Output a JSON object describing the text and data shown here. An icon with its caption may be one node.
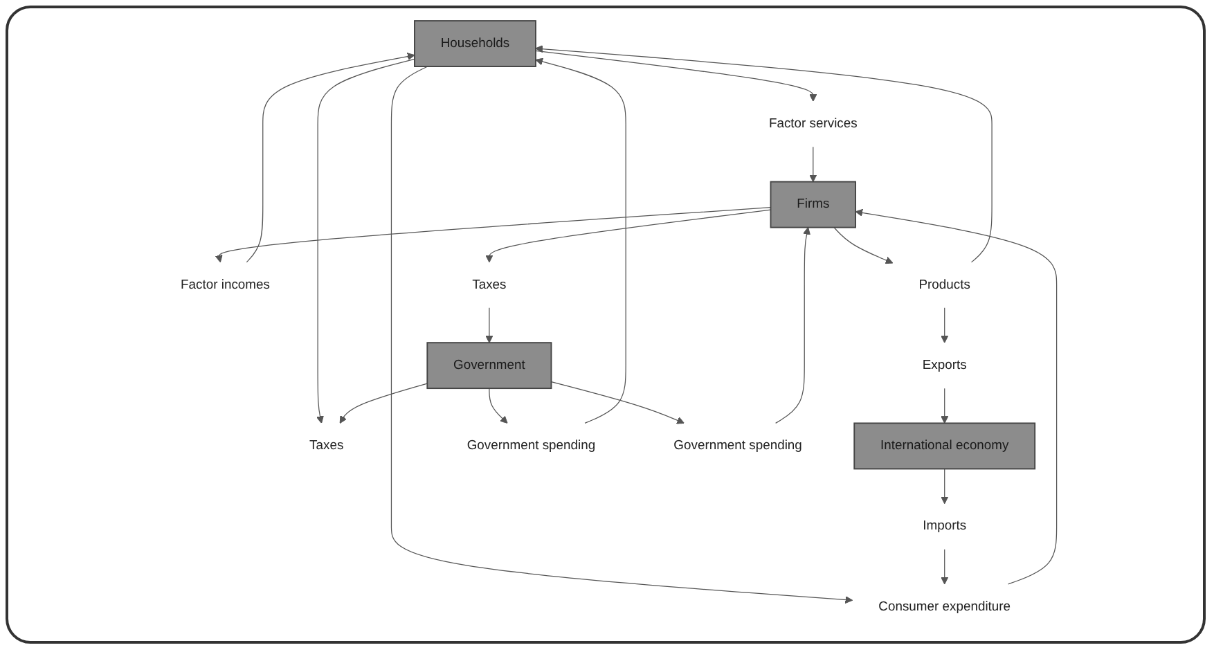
{
  "diagram": {
    "nodes": [
      {
        "text": [
          "Taxes"
        ]
      },
      {
        "text": [
          "Households"
        ]
      },
      {
        "text": [
          "International economy"
        ]
      },
      {
        "text": [
          "Government spending"
        ]
      },
      {
        "text": [
          "Exports"
        ]
      },
      {
        "text": [
          "Imports"
        ]
      },
      {
        "text": [
          "Government"
        ]
      },
      {
        "text": [
          "Factor incomes"
        ]
      },
      {
        "text": [
          "Factor services"
        ]
      },
      {
        "text": [
          "Products"
        ]
      },
      {
        "text": [
          "Consumer expenditure"
        ]
      },
      {
        "text": [
          "Taxes"
        ]
      },
      {
        "text": [
          "Government spending"
        ]
      },
      {
        "text": [
          "Firms"
        ]
      }
    ],
    "edges": [
      {
        "from": 1,
        "to": 0,
        "arrow": "to"
      },
      {
        "from": 6,
        "to": 0,
        "arrow": "to"
      },
      {
        "from": 6,
        "to": 3,
        "arrow": "to"
      },
      {
        "from": 3,
        "to": 1,
        "arrow": "to"
      },
      {
        "from": 7,
        "to": 1,
        "arrow": "to"
      },
      {
        "from": 1,
        "to": 8,
        "arrow": "to"
      },
      {
        "from": 8,
        "to": 13,
        "arrow": "to"
      },
      {
        "from": 13,
        "to": 9,
        "arrow": "to"
      },
      {
        "from": 9,
        "to": 1,
        "arrow": "to"
      },
      {
        "from": 9,
        "to": 4,
        "arrow": "to"
      },
      {
        "from": 4,
        "to": 2,
        "arrow": "to"
      },
      {
        "from": 1,
        "to": 10,
        "arrow": "to"
      },
      {
        "from": 2,
        "to": 5,
        "arrow": "to"
      },
      {
        "from": 5,
        "to": 10,
        "arrow": "to"
      },
      {
        "from": 10,
        "to": 13,
        "arrow": "to"
      },
      {
        "from": 6,
        "to": 12,
        "arrow": "to"
      },
      {
        "from": 12,
        "to": 13,
        "arrow": "to"
      },
      {
        "from": 11,
        "to": 6,
        "arrow": "to"
      },
      {
        "from": 13,
        "to": 11,
        "arrow": "to"
      },
      {
        "from": 13,
        "to": 7,
        "arrow": "to"
      }
    ]
  }
}
